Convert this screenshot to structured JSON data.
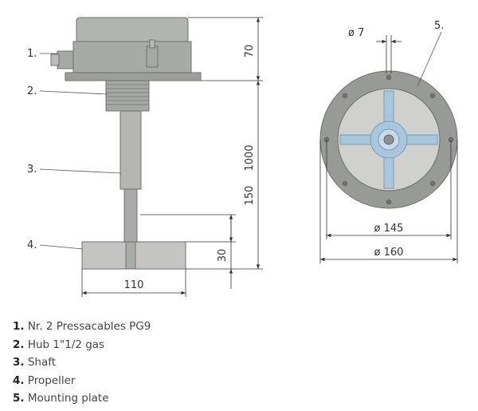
{
  "callouts": {
    "c1": "1.",
    "c2": "2.",
    "c3": "3.",
    "c4": "4.",
    "c5": "5."
  },
  "dimensions": {
    "housing_height": "70",
    "total_length": "1000",
    "shaft_gap": "150",
    "propeller_height": "30",
    "propeller_width": "110",
    "hole_diameter": "ø 7",
    "inner_diameter": "ø 145",
    "outer_diameter": "ø 160"
  },
  "legend": [
    {
      "num": "1.",
      "text": "Nr. 2 Pressacables PG9"
    },
    {
      "num": "2.",
      "text": "Hub 1\"1/2 gas"
    },
    {
      "num": "3.",
      "text": "Shaft"
    },
    {
      "num": "4.",
      "text": "Propeller"
    },
    {
      "num": "5.",
      "text": "Mounting plate"
    }
  ],
  "colors": {
    "housing": "#a8aaa7",
    "shaft": "#b5b6b4",
    "plate": "#989a97",
    "plate_inner": "#d0d1cf",
    "propeller_arm": "#a9c7dc"
  }
}
